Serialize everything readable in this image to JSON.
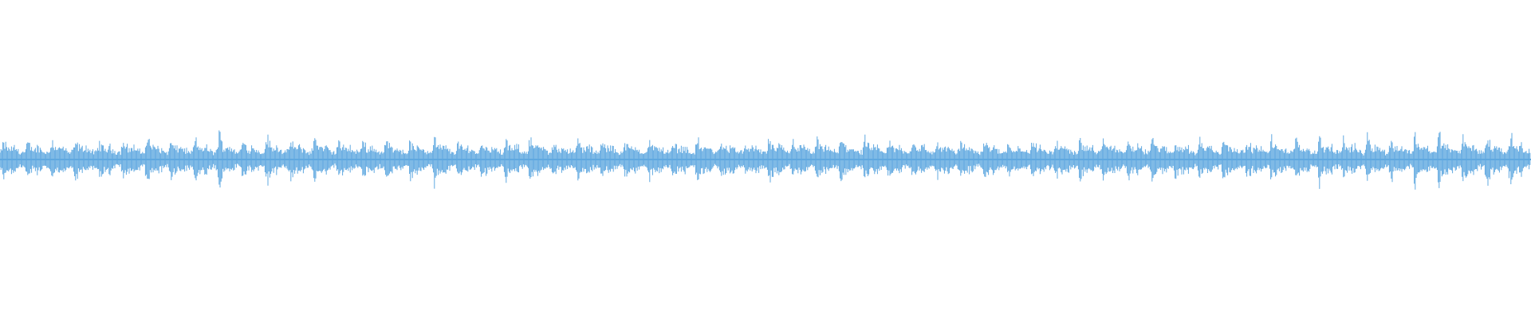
{
  "waveform": {
    "color": "#5fa8e0",
    "background": "#ffffff",
    "envelope": {
      "baseline_amplitude": 0.22,
      "beat_count": 64,
      "beat_peaks": [
        0.55,
        0.5,
        0.62,
        0.58,
        0.52,
        0.6,
        0.72,
        0.55,
        0.6,
        0.78,
        0.58,
        0.7,
        0.6,
        0.72,
        0.55,
        0.6,
        0.62,
        0.55,
        0.68,
        0.5,
        0.58,
        0.55,
        0.72,
        0.52,
        0.58,
        0.55,
        0.5,
        0.55,
        0.52,
        0.6,
        0.55,
        0.5,
        0.62,
        0.58,
        0.55,
        0.65,
        0.58,
        0.55,
        0.6,
        0.52,
        0.55,
        0.6,
        0.52,
        0.58,
        0.55,
        0.6,
        0.62,
        0.58,
        0.65,
        0.58,
        0.6,
        0.7,
        0.55,
        0.62,
        0.58,
        0.65,
        0.6,
        0.72,
        0.62,
        0.8,
        0.85,
        0.7,
        0.75,
        0.82
      ]
    }
  }
}
